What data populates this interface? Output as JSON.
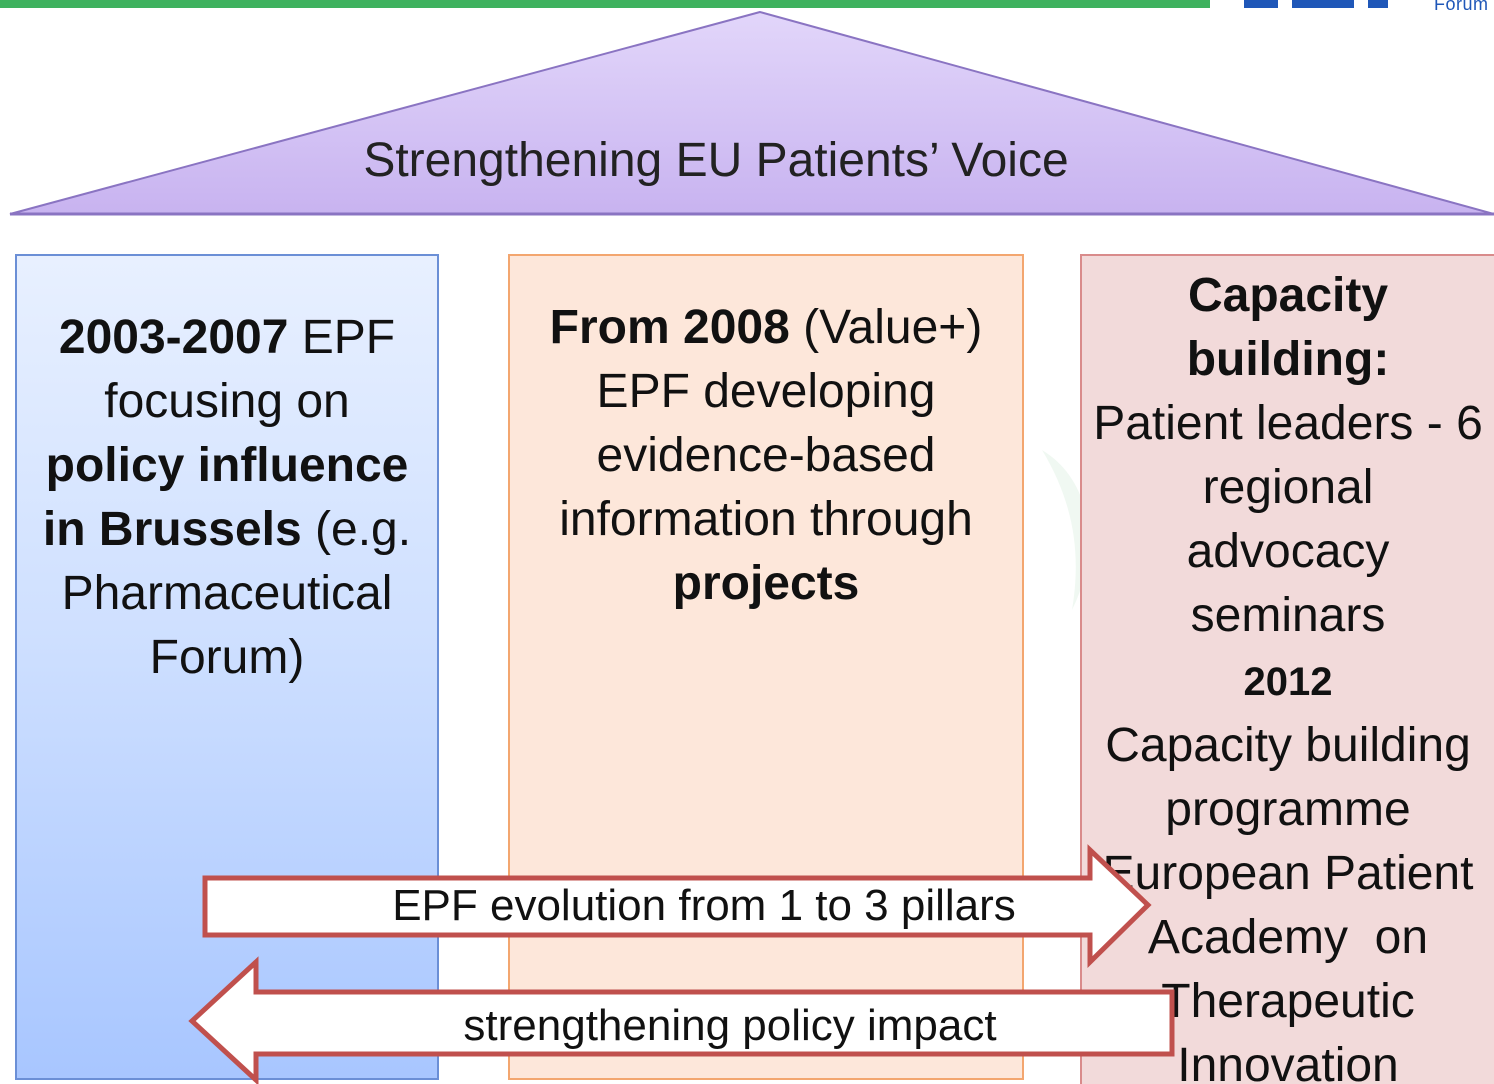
{
  "logo": {
    "word": "Forum",
    "color": "#1f57b8"
  },
  "roof": {
    "label": "Strengthening EU Patients’ Voice",
    "color": "#cdb9f2"
  },
  "pillars": {
    "left": {
      "lines": [
        {
          "bold": "2003-2007",
          "text": " EPF"
        },
        {
          "bold": "",
          "text": "focusing on"
        },
        {
          "bold": "policy influence",
          "text": ""
        },
        {
          "bold": "in Brussels",
          "text": " (e.g."
        },
        {
          "bold": "",
          "text": "Pharmaceutical"
        },
        {
          "bold": "",
          "text": "Forum)"
        }
      ]
    },
    "mid": {
      "lines": [
        {
          "bold": "From 2008",
          "text": " (Value+)"
        },
        {
          "bold": "",
          "text": "EPF developing"
        },
        {
          "bold": "",
          "text": "evidence-based"
        },
        {
          "bold": "",
          "text": "information through"
        },
        {
          "bold": "projects",
          "text": ""
        }
      ]
    },
    "right": {
      "lines": [
        {
          "bold": "Capacity",
          "text": ""
        },
        {
          "bold": "building:",
          "text": ""
        },
        {
          "bold": "",
          "text": "Patient leaders - 6"
        },
        {
          "bold": "",
          "text": "regional"
        },
        {
          "bold": "",
          "text": "advocacy"
        },
        {
          "bold": "",
          "text": "seminars"
        },
        {
          "bold": "2012",
          "text": ""
        },
        {
          "bold": "",
          "text": "Capacity building"
        },
        {
          "bold": "",
          "text": "programme"
        },
        {
          "bold": "",
          "text": "European Patient"
        },
        {
          "bold": "",
          "text": "Academy  on"
        },
        {
          "bold": "",
          "text": "Therapeutic"
        },
        {
          "bold": "",
          "text": "Innovation"
        }
      ]
    }
  },
  "arrows": {
    "forward_label": "EPF evolution from 1 to 3 pillars",
    "backward_label": "strengthening policy impact",
    "stroke_color": "#c0504d"
  }
}
